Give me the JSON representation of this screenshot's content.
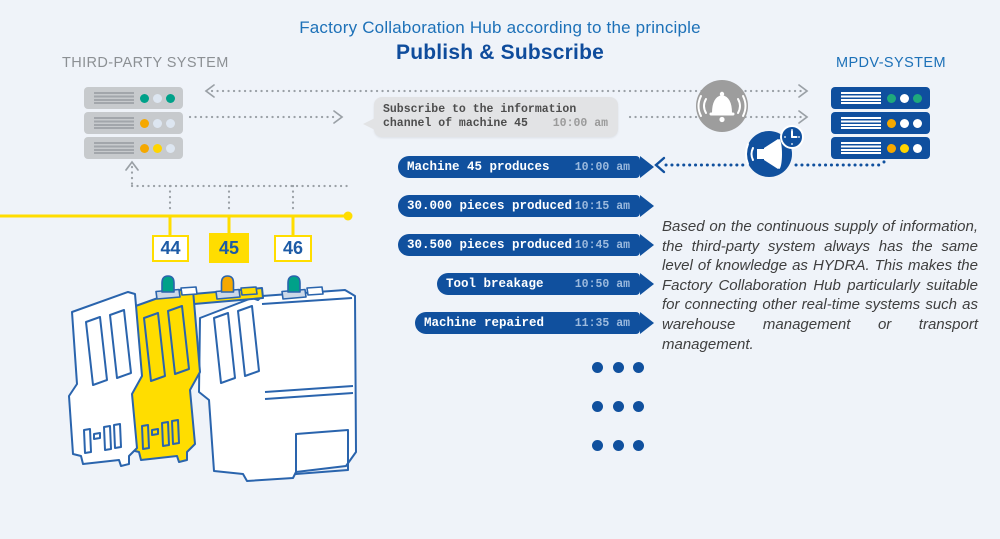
{
  "title": {
    "line1": "Factory Collaboration Hub according to the principle",
    "line2": "Publish & Subscribe"
  },
  "third_party": {
    "label": "THIRD-PARTY SYSTEM",
    "servers": [
      [
        "#00a189",
        "#dde6f1",
        "#00a189"
      ],
      [
        "#f5a800",
        "#dde6f1",
        "#dde6f1"
      ],
      [
        "#f5a800",
        "#ffd500",
        "#dde6f1"
      ]
    ]
  },
  "mpdv": {
    "label": "MPDV-SYSTEM",
    "servers": [
      [
        "#1ea97c",
        "#ffffff",
        "#1ea97c"
      ],
      [
        "#f5a800",
        "#ffffff",
        "#ffffff"
      ],
      [
        "#f5a800",
        "#ffd500",
        "#ffffff"
      ]
    ]
  },
  "subscription": {
    "line1": "Subscribe to the information",
    "line2": "channel of machine 45",
    "time": "10:00 am"
  },
  "messages": [
    {
      "text": "Machine 45 produces",
      "time": "10:00 am"
    },
    {
      "text": "30.000 pieces produced",
      "time": "10:15 am"
    },
    {
      "text": "30.500 pieces produced",
      "time": "10:45 am"
    },
    {
      "text": "Tool breakage",
      "time": "10:50 am"
    },
    {
      "text": "Machine repaired",
      "time": "11:35 am"
    }
  ],
  "machines": [
    {
      "id": "44",
      "beacon": "#00a189",
      "body": "#ffffff",
      "highlighted": false
    },
    {
      "id": "45",
      "beacon": "#f5a800",
      "body": "#ffdd00",
      "highlighted": true
    },
    {
      "id": "46",
      "beacon": "#00a189",
      "body": "#ffffff",
      "highlighted": false
    }
  ],
  "description": "Based on the continuous supply of information, the third-party system always has the same level of knowledge as HYDRA. This makes the Factory Collaboration Hub particularly suitable for connecting other real-time systems such as warehouse management or transport management.",
  "colors": {
    "background": "#eff3f9",
    "primary_blue": "#10509e",
    "title_blue": "#1d71b8",
    "server_blue": "#0f4f9e",
    "yellow": "#ffdd00",
    "line_gray": "#9aa0a6",
    "bell_gray": "#9d9d9d",
    "machine_outline": "#2a64ad"
  }
}
